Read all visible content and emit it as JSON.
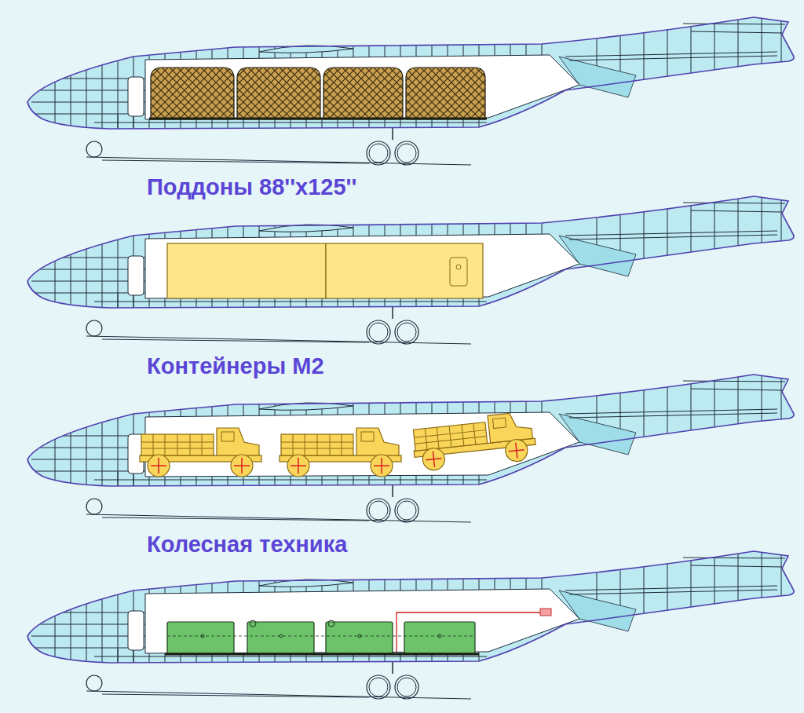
{
  "diagram": {
    "labels": [
      "Поддоны 88''x125''",
      "Контейнеры М2",
      "Колесная техника"
    ]
  }
}
